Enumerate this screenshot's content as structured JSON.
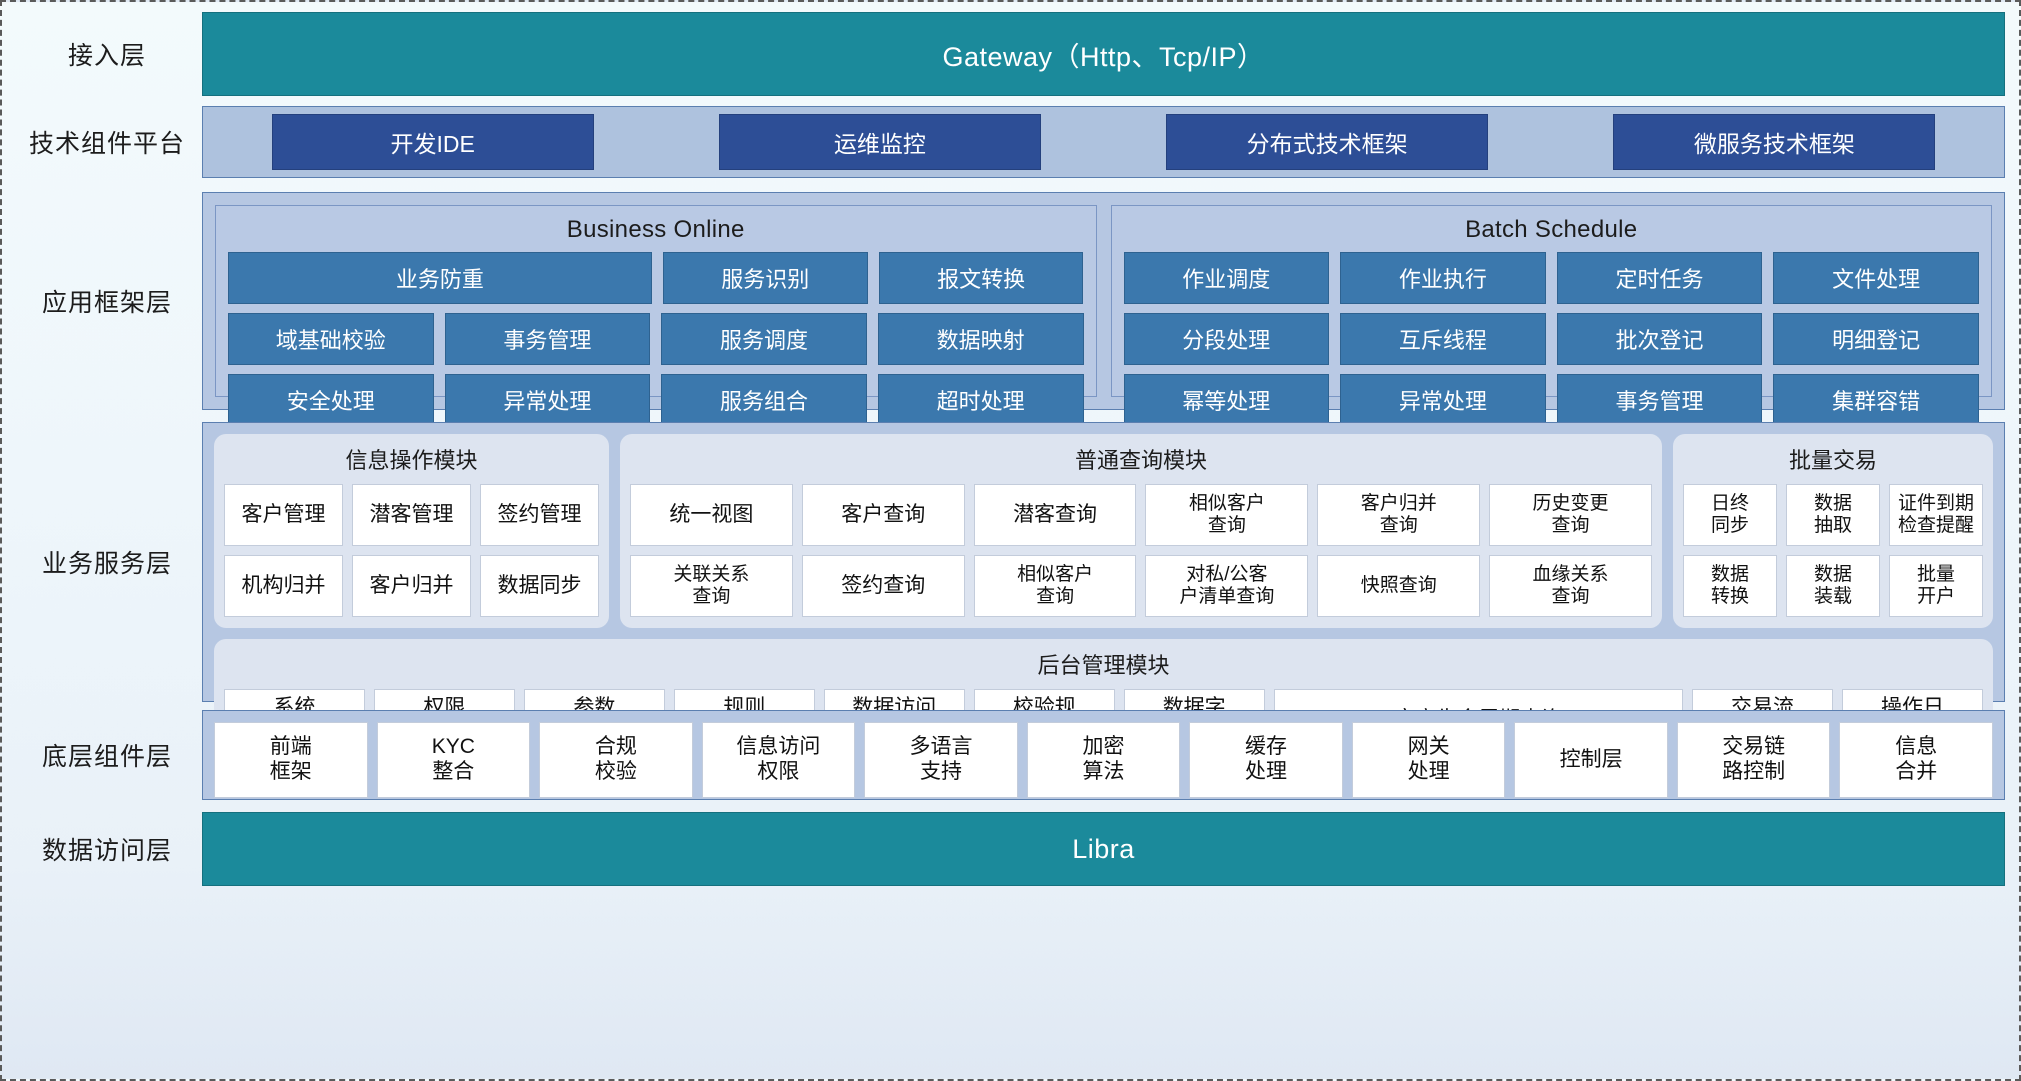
{
  "layers": [
    {
      "id": "access",
      "label": "接入层"
    },
    {
      "id": "tech",
      "label": "技术组件平台"
    },
    {
      "id": "appframe",
      "label": "应用框架层"
    },
    {
      "id": "bizservice",
      "label": "业务服务层"
    },
    {
      "id": "basecomp",
      "label": "底层组件层"
    },
    {
      "id": "dataaccess",
      "label": "数据访问层"
    }
  ],
  "gateway": {
    "title": "Gateway（Http、Tcp/IP）"
  },
  "tech_platform": {
    "items": [
      "开发IDE",
      "运维监控",
      "分布式技术框架",
      "微服务技术框架"
    ]
  },
  "app_framework": {
    "groups": [
      {
        "title": "Business Online",
        "rows": [
          [
            {
              "label": "业务防重",
              "span": 2
            },
            {
              "label": "服务识别",
              "span": 1
            },
            {
              "label": "报文转换",
              "span": 1
            }
          ],
          [
            {
              "label": "域基础校验",
              "span": 1
            },
            {
              "label": "事务管理",
              "span": 1
            },
            {
              "label": "服务调度",
              "span": 1
            },
            {
              "label": "数据映射",
              "span": 1
            }
          ],
          [
            {
              "label": "安全处理",
              "span": 1
            },
            {
              "label": "异常处理",
              "span": 1
            },
            {
              "label": "服务组合",
              "span": 1
            },
            {
              "label": "超时处理",
              "span": 1
            }
          ]
        ]
      },
      {
        "title": "Batch Schedule",
        "rows": [
          [
            {
              "label": "作业调度",
              "span": 1
            },
            {
              "label": "作业执行",
              "span": 1
            },
            {
              "label": "定时任务",
              "span": 1
            },
            {
              "label": "文件处理",
              "span": 1
            }
          ],
          [
            {
              "label": "分段处理",
              "span": 1
            },
            {
              "label": "互斥线程",
              "span": 1
            },
            {
              "label": "批次登记",
              "span": 1
            },
            {
              "label": "明细登记",
              "span": 1
            }
          ],
          [
            {
              "label": "幂等处理",
              "span": 1
            },
            {
              "label": "异常处理",
              "span": 1
            },
            {
              "label": "事务管理",
              "span": 1
            },
            {
              "label": "集群容错",
              "span": 1
            }
          ]
        ]
      }
    ]
  },
  "business_service": {
    "info_module": {
      "title": "信息操作模块",
      "rows": [
        [
          "客户管理",
          "潜客管理",
          "签约管理"
        ],
        [
          "机构归并",
          "客户归并",
          "数据同步"
        ]
      ]
    },
    "query_module": {
      "title": "普通查询模块",
      "rows": [
        [
          "统一视图",
          "客户查询",
          "潜客查询",
          "相似客户\n查询",
          "客户归并\n查询",
          "历史变更\n查询"
        ],
        [
          "关联关系\n查询",
          "签约查询",
          "相似客户\n查询",
          "对私/公客\n户清单查询",
          "快照查询",
          "血缘关系\n查询"
        ]
      ]
    },
    "batch_module": {
      "title": "批量交易",
      "rows": [
        [
          "日终\n同步",
          "数据\n抽取",
          "证件到期\n检查提醒"
        ],
        [
          "数据\n转换",
          "数据\n装载",
          "批量\n开户"
        ]
      ]
    },
    "admin_module": {
      "title": "后台管理模块",
      "items": [
        {
          "label": "系统\n管理",
          "wide": false
        },
        {
          "label": "权限\n管理",
          "wide": false
        },
        {
          "label": "参数\n管理",
          "wide": false
        },
        {
          "label": "规则\n配置",
          "wide": false
        },
        {
          "label": "数据访问\n控制",
          "wide": false
        },
        {
          "label": "校验规\n则管理",
          "wide": false
        },
        {
          "label": "数据字\n典管理",
          "wide": false
        },
        {
          "label": "客户生命周期查询",
          "wide": true
        },
        {
          "label": "交易流\n水查询",
          "wide": false
        },
        {
          "label": "操作日\n志查询",
          "wide": false
        }
      ]
    }
  },
  "base_components": {
    "items": [
      "前端\n框架",
      "KYC\n整合",
      "合规\n校验",
      "信息访问\n权限",
      "多语言\n支持",
      "加密\n算法",
      "缓存\n处理",
      "网关\n处理",
      "控制层",
      "交易链\n路控制",
      "信息\n合并"
    ]
  },
  "data_access": {
    "title": "Libra"
  },
  "colors": {
    "teal": "#1b8a9b",
    "dark_blue_chip": "#2d4e96",
    "blue_chip": "#3b78ad",
    "band": "#b6c7e2",
    "card": "#dde4f0"
  }
}
